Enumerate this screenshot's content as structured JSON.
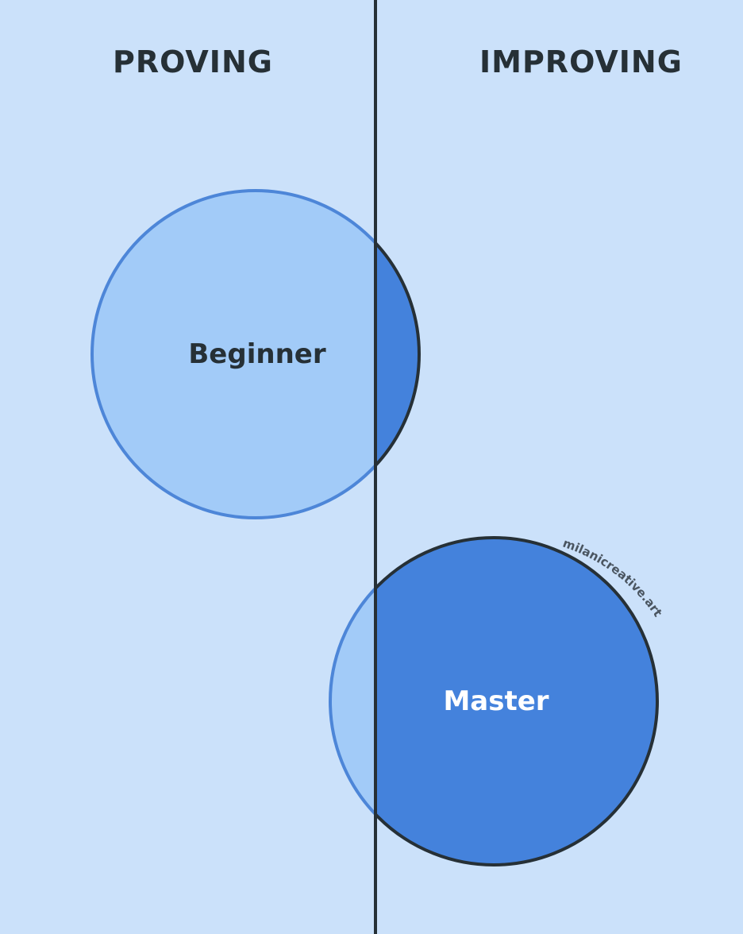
{
  "headings": {
    "left": "PROVING",
    "right": "IMPROVING"
  },
  "circles": {
    "beginner": {
      "label": "Beginner"
    },
    "master": {
      "label": "Master"
    }
  },
  "watermark": "milanicreative.art",
  "colors": {
    "background": "#cbe1fa",
    "light_fill": "#a2cbf8",
    "dark_fill": "#4482dc",
    "outline_blue": "#4d86d8",
    "outline_dark": "#263036",
    "text_dark": "#263036",
    "text_light": "#ffffff"
  }
}
